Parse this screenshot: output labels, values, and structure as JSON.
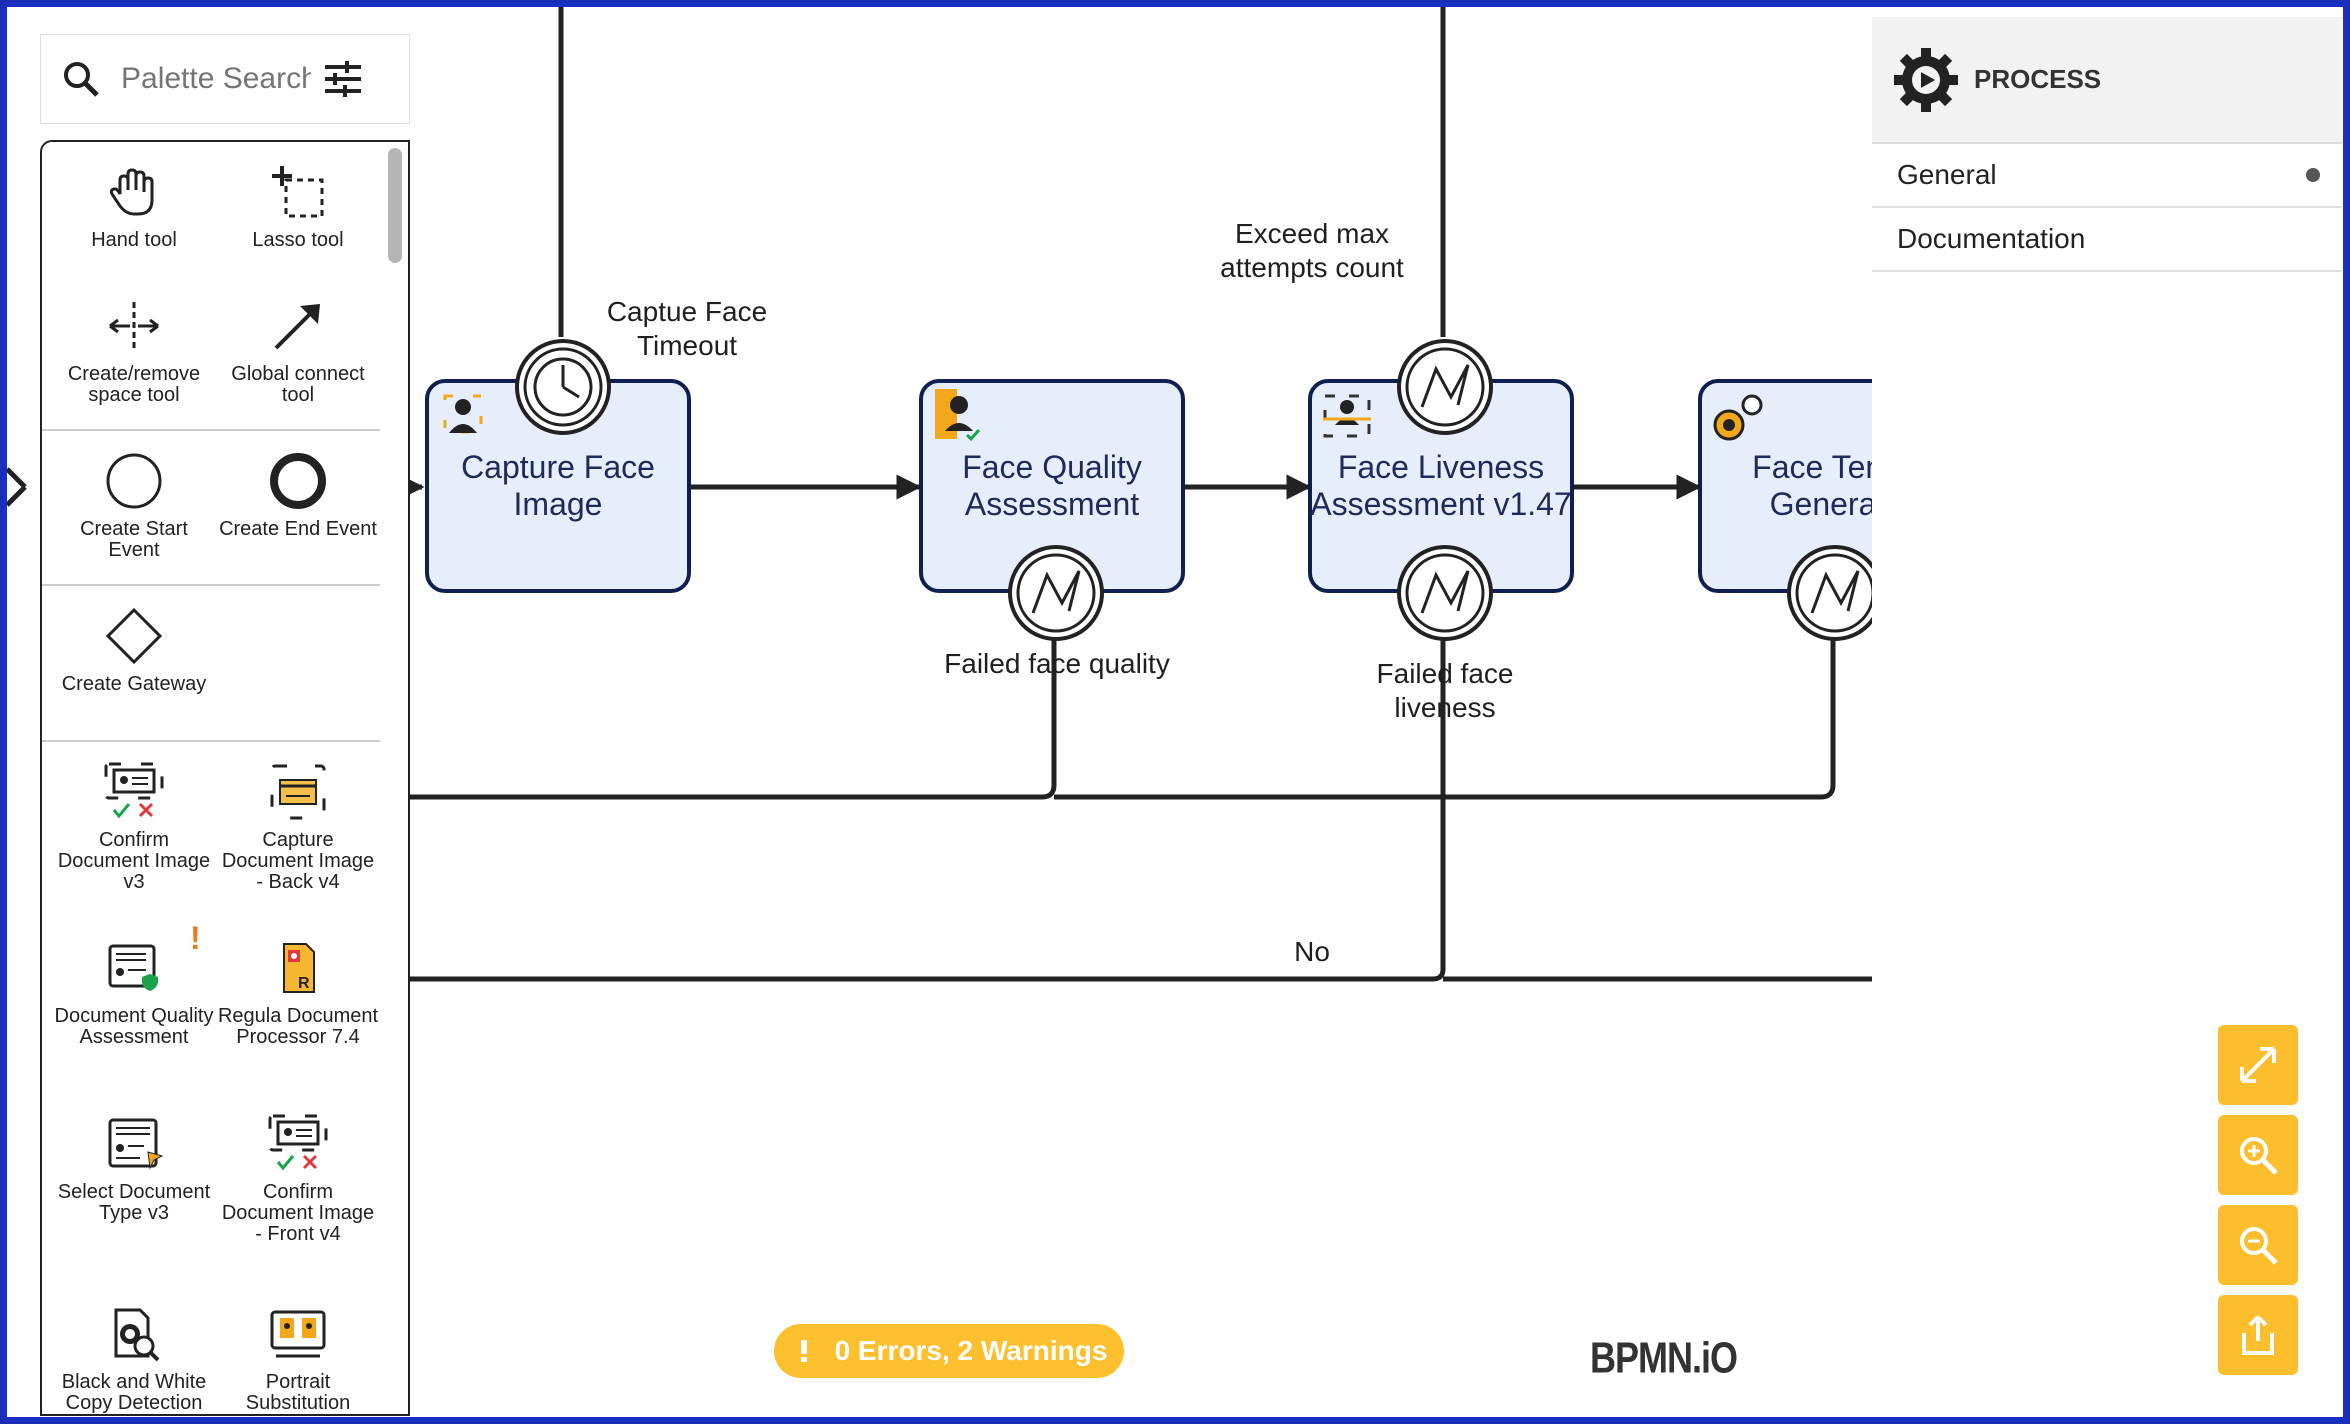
{
  "palette_search": {
    "placeholder": "Palette Search"
  },
  "palette": {
    "tools": [
      {
        "label": "Hand tool",
        "icon": "hand-icon"
      },
      {
        "label": "Lasso tool",
        "icon": "lasso-icon"
      },
      {
        "label": "Create/remove space tool",
        "icon": "space-tool-icon"
      },
      {
        "label": "Global connect tool",
        "icon": "connect-arrow-icon"
      }
    ],
    "events": [
      {
        "label": "Create Start Event",
        "icon": "start-event-icon"
      },
      {
        "label": "Create End Event",
        "icon": "end-event-icon"
      }
    ],
    "gateways": [
      {
        "label": "Create Gateway",
        "icon": "gateway-icon"
      }
    ],
    "templates": [
      {
        "label": "Confirm Document Image v3",
        "icon": "id-card-confirm-icon"
      },
      {
        "label": "Capture Document Image - Back v4",
        "icon": "capture-card-back-icon"
      },
      {
        "label": "Document Quality Assessment",
        "icon": "document-quality-icon",
        "warning": "!"
      },
      {
        "label": "Regula Document Processor 7.4",
        "icon": "regula-document-icon"
      },
      {
        "label": "Select Document Type v3",
        "icon": "select-document-icon"
      },
      {
        "label": "Confirm Document Image - Front v4",
        "icon": "id-card-confirm-front-icon"
      },
      {
        "label": "Black and White Copy Detection",
        "icon": "bw-copy-detection-icon"
      },
      {
        "label": "Portrait Substitution",
        "icon": "portrait-substitution-icon"
      }
    ]
  },
  "diagram": {
    "tasks": [
      {
        "label": "Capture Face Image",
        "icon": "face-capture-icon"
      },
      {
        "label": "Face Quality Assessment",
        "icon": "face-quality-icon"
      },
      {
        "label": "Face Liveness Assessment v1.47",
        "icon": "face-liveness-icon"
      },
      {
        "label": "Face Temp Generati",
        "icon": "face-template-icon"
      }
    ],
    "labels": {
      "timeout": "Captue Face Timeout",
      "exceed": "Exceed max attempts count",
      "failed_quality": "Failed face quality",
      "failed_liveness": "Failed face liveness",
      "no": "No"
    }
  },
  "properties": {
    "title": "PROCESS",
    "icon": "process-gear-icon",
    "groups": [
      {
        "label": "General",
        "has_dot": true
      },
      {
        "label": "Documentation",
        "has_dot": false
      }
    ]
  },
  "controls": {
    "buttons": [
      {
        "name": "fit-viewport-button",
        "icon": "expand-icon"
      },
      {
        "name": "zoom-in-button",
        "icon": "zoom-in-icon"
      },
      {
        "name": "zoom-out-button",
        "icon": "zoom-out-icon"
      },
      {
        "name": "export-button",
        "icon": "export-icon"
      }
    ]
  },
  "status": {
    "text": "0 Errors, 2 Warnings"
  },
  "logo": {
    "text": "BPMN.iO"
  }
}
